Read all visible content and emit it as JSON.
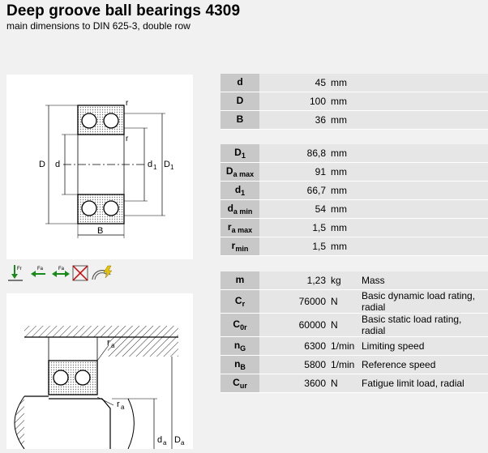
{
  "header": {
    "title": "Deep groove ball bearings 4309",
    "subtitle": "main dimensions to DIN 625-3, double row"
  },
  "drawing_top": {
    "label_D": "D",
    "label_d": "d",
    "label_d1": "d",
    "label_d1_sub": "1",
    "label_D1": "D",
    "label_D1_sub": "1",
    "label_B": "B",
    "label_r1": "r",
    "label_r2": "r"
  },
  "icons": [
    "radial-load-icon",
    "axial-load-left-icon",
    "axial-load-both-icon",
    "not-suitable-icon",
    "speed-icon"
  ],
  "drawing_bottom": {
    "label_ra1": "r",
    "label_ra1_sub": "a",
    "label_ra2": "r",
    "label_ra2_sub": "a",
    "label_da": "d",
    "label_da_sub": "a",
    "label_Da": "D",
    "label_Da_sub": "a"
  },
  "group1": [
    {
      "sym": "d",
      "sub": "",
      "value": "45",
      "unit": "mm"
    },
    {
      "sym": "D",
      "sub": "",
      "value": "100",
      "unit": "mm"
    },
    {
      "sym": "B",
      "sub": "",
      "value": "36",
      "unit": "mm"
    }
  ],
  "group2": [
    {
      "sym": "D",
      "sub": "1",
      "value": "86,8",
      "unit": "mm"
    },
    {
      "sym": "D",
      "sub": "a max",
      "value": "91",
      "unit": "mm"
    },
    {
      "sym": "d",
      "sub": "1",
      "value": "66,7",
      "unit": "mm"
    },
    {
      "sym": "d",
      "sub": "a min",
      "value": "54",
      "unit": "mm"
    },
    {
      "sym": "r",
      "sub": "a max",
      "value": "1,5",
      "unit": "mm"
    },
    {
      "sym": "r",
      "sub": "min",
      "value": "1,5",
      "unit": "mm"
    }
  ],
  "group3": [
    {
      "sym": "m",
      "sub": "",
      "value": "1,23",
      "unit": "kg",
      "desc": "Mass"
    },
    {
      "sym": "C",
      "sub": "r",
      "value": "76000",
      "unit": "N",
      "desc": "Basic dynamic load rating, radial"
    },
    {
      "sym": "C",
      "sub": "0r",
      "value": "60000",
      "unit": "N",
      "desc": "Basic static load rating, radial"
    },
    {
      "sym": "n",
      "sub": "G",
      "value": "6300",
      "unit": "1/min",
      "desc": "Limiting speed"
    },
    {
      "sym": "n",
      "sub": "B",
      "value": "5800",
      "unit": "1/min",
      "desc": "Reference speed"
    },
    {
      "sym": "C",
      "sub": "ur",
      "value": "3600",
      "unit": "N",
      "desc": "Fatigue limit load, radial"
    }
  ]
}
